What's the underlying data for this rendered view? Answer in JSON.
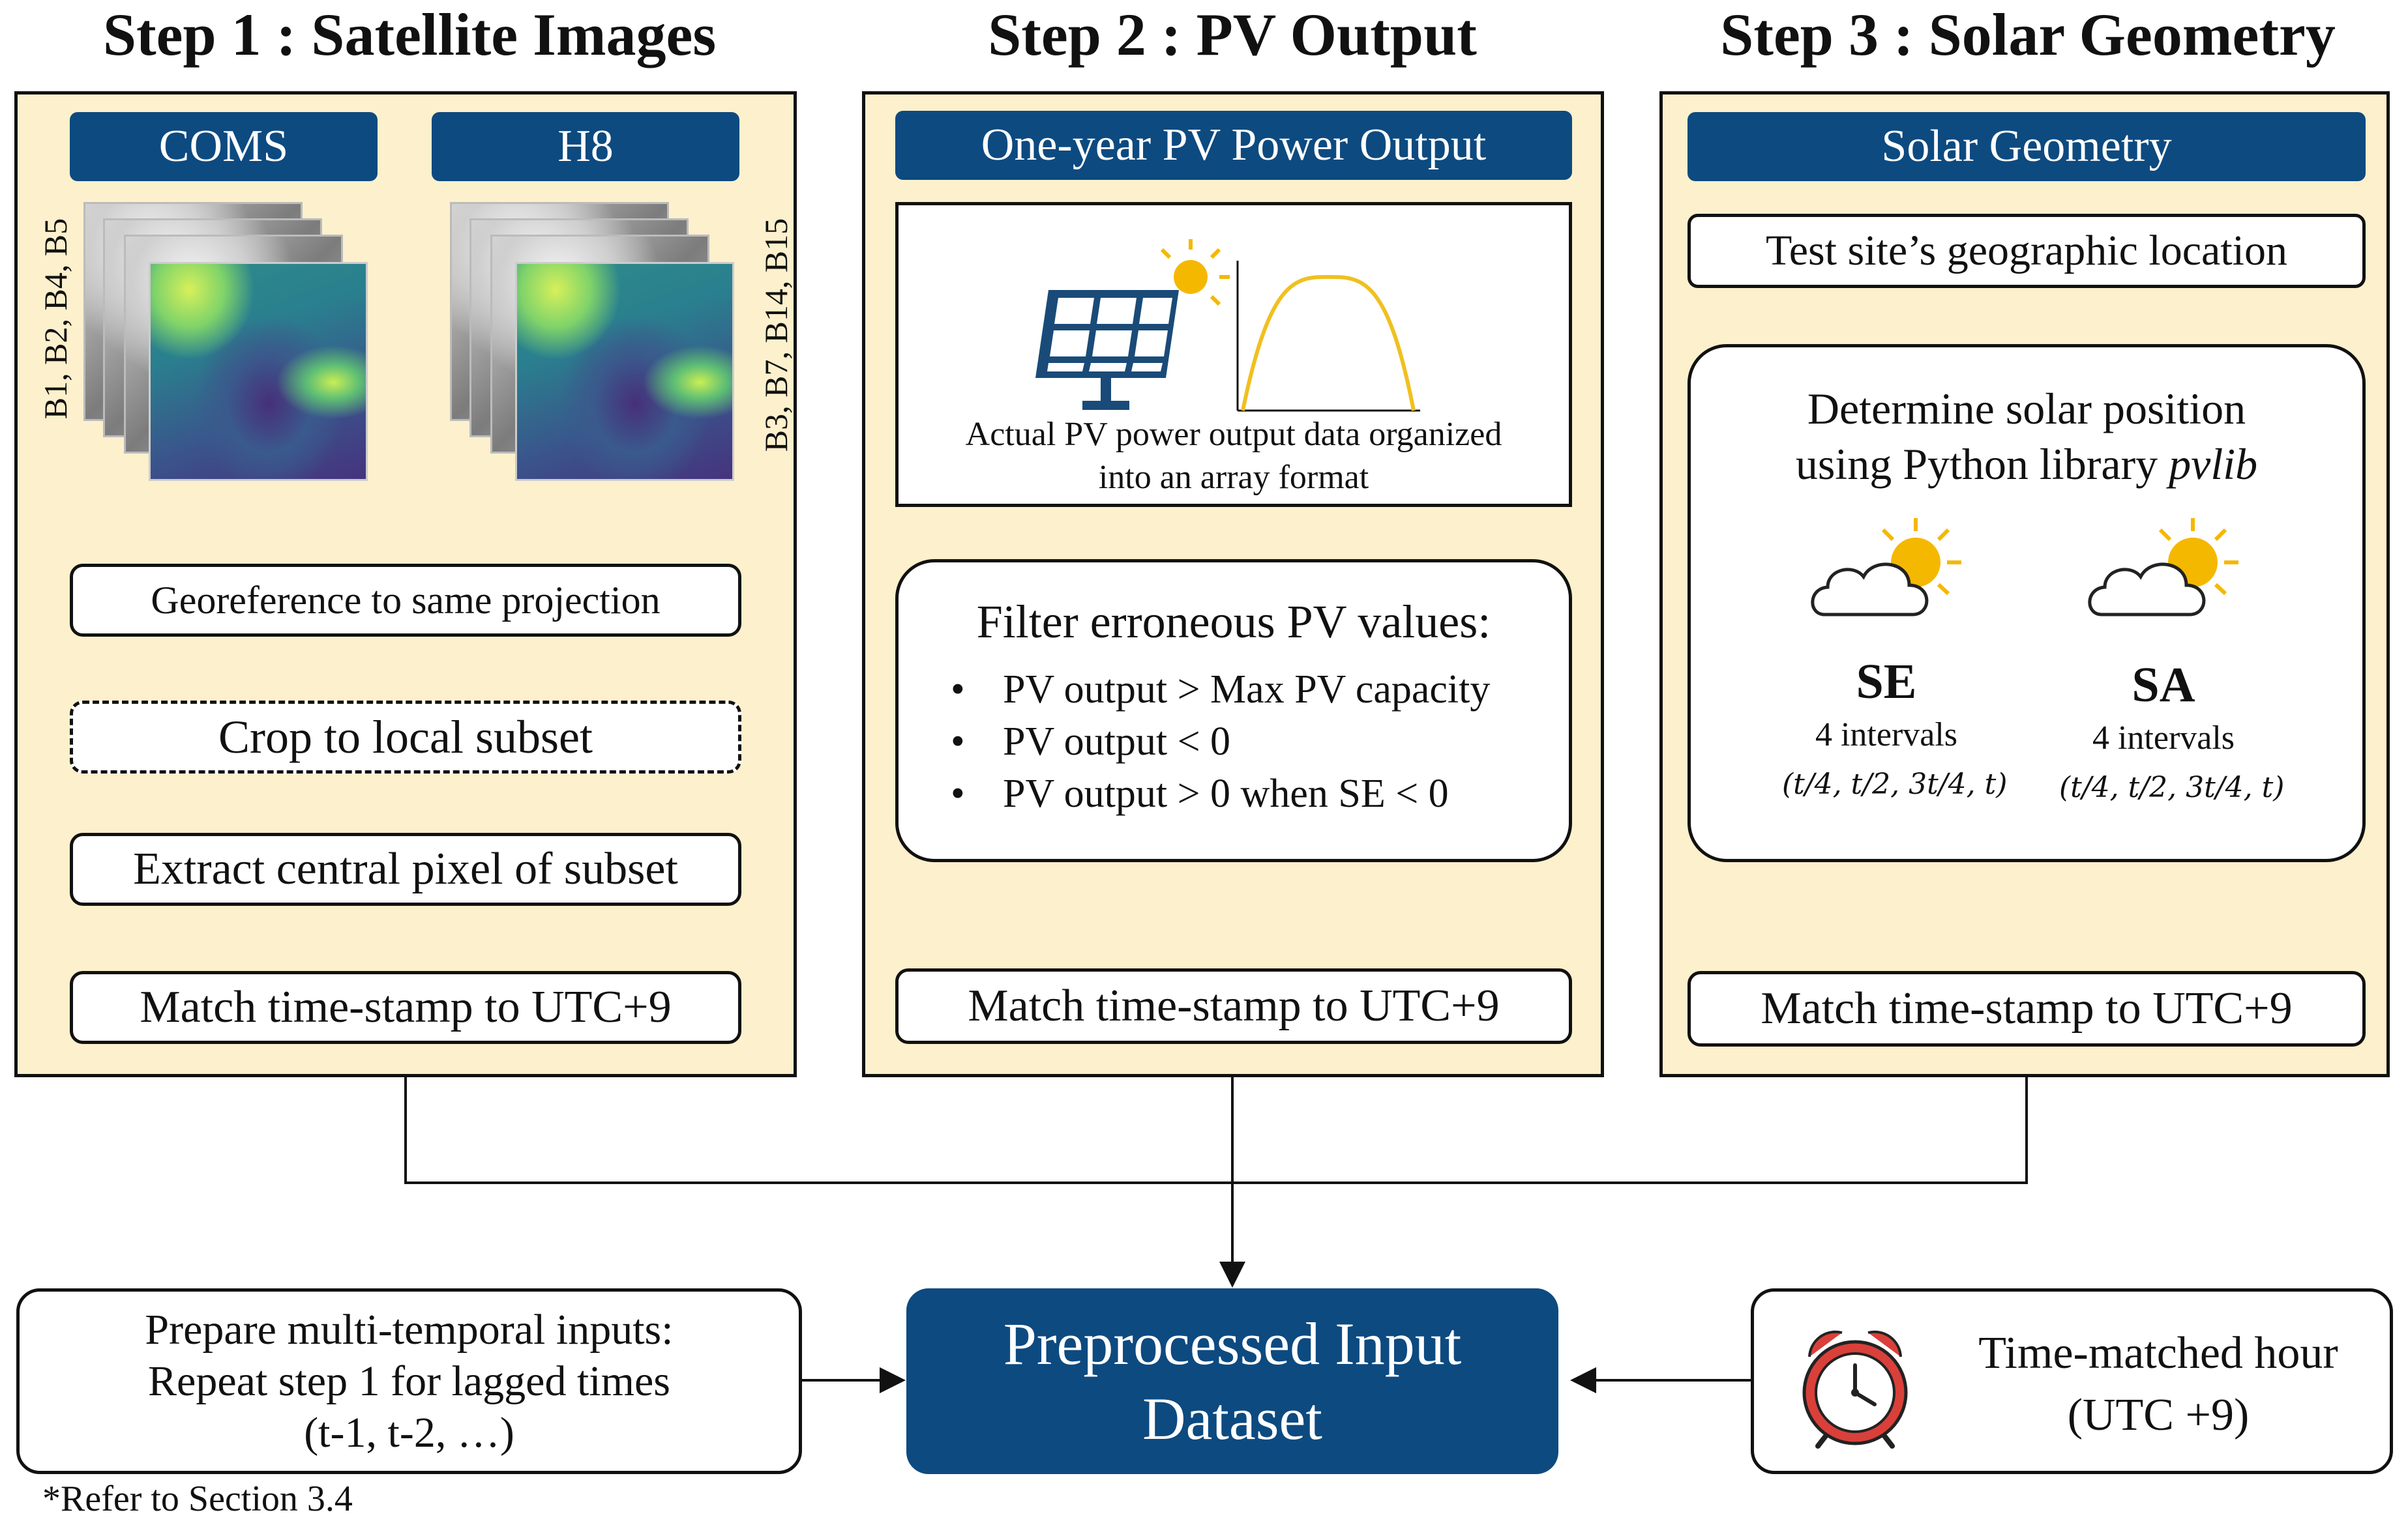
{
  "steps": [
    {
      "title": "Step 1 : Satellite Images",
      "sources": [
        "COMS",
        "H8"
      ],
      "coms_bands": "B1, B2, B4, B5",
      "h8_bands": "B3, B7, B14, B15",
      "boxes": [
        "Georeference to same projection",
        "Crop to local subset",
        "Extract central pixel of subset",
        "Match time-stamp to UTC+9"
      ]
    },
    {
      "title": "Step 2 : PV Output",
      "header": "One-year PV Power Output",
      "pv_caption_line1": "Actual PV power output data organized",
      "pv_caption_line2": "into an array format",
      "filter_title": "Filter erroneous PV values:",
      "filter_items": [
        "PV output > Max PV capacity",
        "PV output < 0",
        "PV output > 0 when SE < 0"
      ],
      "match": "Match time-stamp to UTC+9"
    },
    {
      "title": "Step 3 : Solar Geometry",
      "header": "Solar Geometry",
      "location": "Test site’s geographic location",
      "determine_line1": "Determine solar position",
      "determine_line2_prefix": "using Python library ",
      "determine_line2_lib": "pvlib",
      "se_label": "SE",
      "sa_label": "SA",
      "intervals": "4 intervals",
      "interval_expr": "(t/4, t/2, 3t/4, t)",
      "match": "Match time-stamp to UTC+9"
    }
  ],
  "bottom": {
    "left_line1": "Prepare multi-temporal inputs:",
    "left_line2": "Repeat step 1 for lagged times",
    "left_line3": "(t-1, t-2, …)",
    "center_line1": "Preprocessed Input",
    "center_line2": "Dataset",
    "right_line1": "Time-matched hour",
    "right_line2": "(UTC +9)",
    "footnote": "*Refer to Section 3.4"
  },
  "colors": {
    "panel_fill": "#fdf0cc",
    "navy": "#0d4a80",
    "sun": "#f5b800",
    "curve": "#f0c020",
    "clock_red": "#d9403a"
  },
  "icons": [
    "solar-panel-icon",
    "sun-icon",
    "cloud-sun-icon",
    "alarm-clock-icon"
  ]
}
